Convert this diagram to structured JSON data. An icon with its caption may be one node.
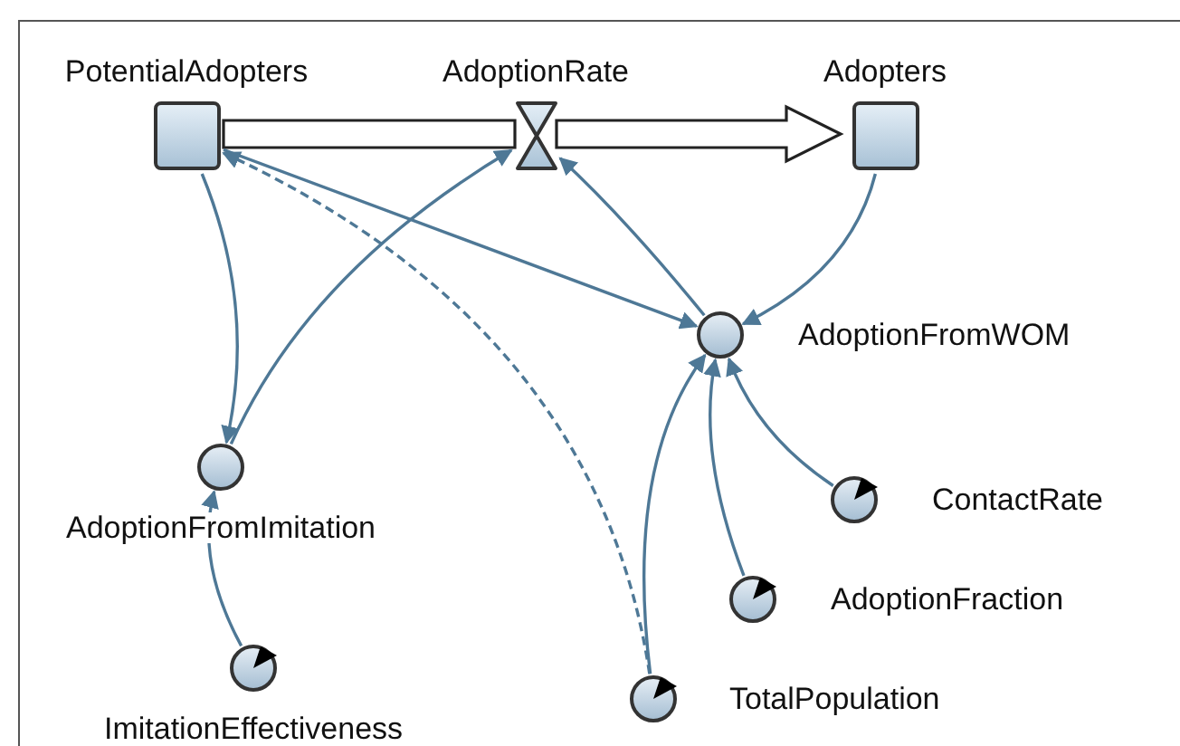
{
  "diagram": {
    "nodes": [
      {
        "text": [
          "PotentialAdopters"
        ]
      },
      {
        "text": [
          "AdoptionRate"
        ]
      },
      {
        "text": [
          "Adopters"
        ]
      },
      {
        "text": [
          "AdoptionFromWOM"
        ]
      },
      {
        "text": [
          "AdoptionFromImitation"
        ]
      },
      {
        "text": [
          "ImitationEffectiveness"
        ]
      },
      {
        "text": [
          "ContactRate"
        ]
      },
      {
        "text": [
          "AdoptionFraction"
        ]
      },
      {
        "text": [
          "TotalPopulation"
        ]
      }
    ],
    "edges": [
      {
        "from": 0,
        "to": 1,
        "arrow": "none",
        "style": "thick"
      },
      {
        "from": 1,
        "to": 2,
        "arrow": "to",
        "style": "thick"
      },
      {
        "from": 0,
        "to": 4,
        "arrow": "to"
      },
      {
        "from": 4,
        "to": 1,
        "arrow": "to"
      },
      {
        "from": 0,
        "to": 3,
        "arrow": "to"
      },
      {
        "from": 8,
        "to": 0,
        "arrow": "to",
        "style": "dashed"
      },
      {
        "from": 3,
        "to": 1,
        "arrow": "to"
      },
      {
        "from": 2,
        "to": 3,
        "arrow": "to"
      },
      {
        "from": 8,
        "to": 3,
        "arrow": "to"
      },
      {
        "from": 7,
        "to": 3,
        "arrow": "to"
      },
      {
        "from": 6,
        "to": 3,
        "arrow": "to"
      },
      {
        "from": 5,
        "to": 4,
        "arrow": "to"
      }
    ]
  }
}
